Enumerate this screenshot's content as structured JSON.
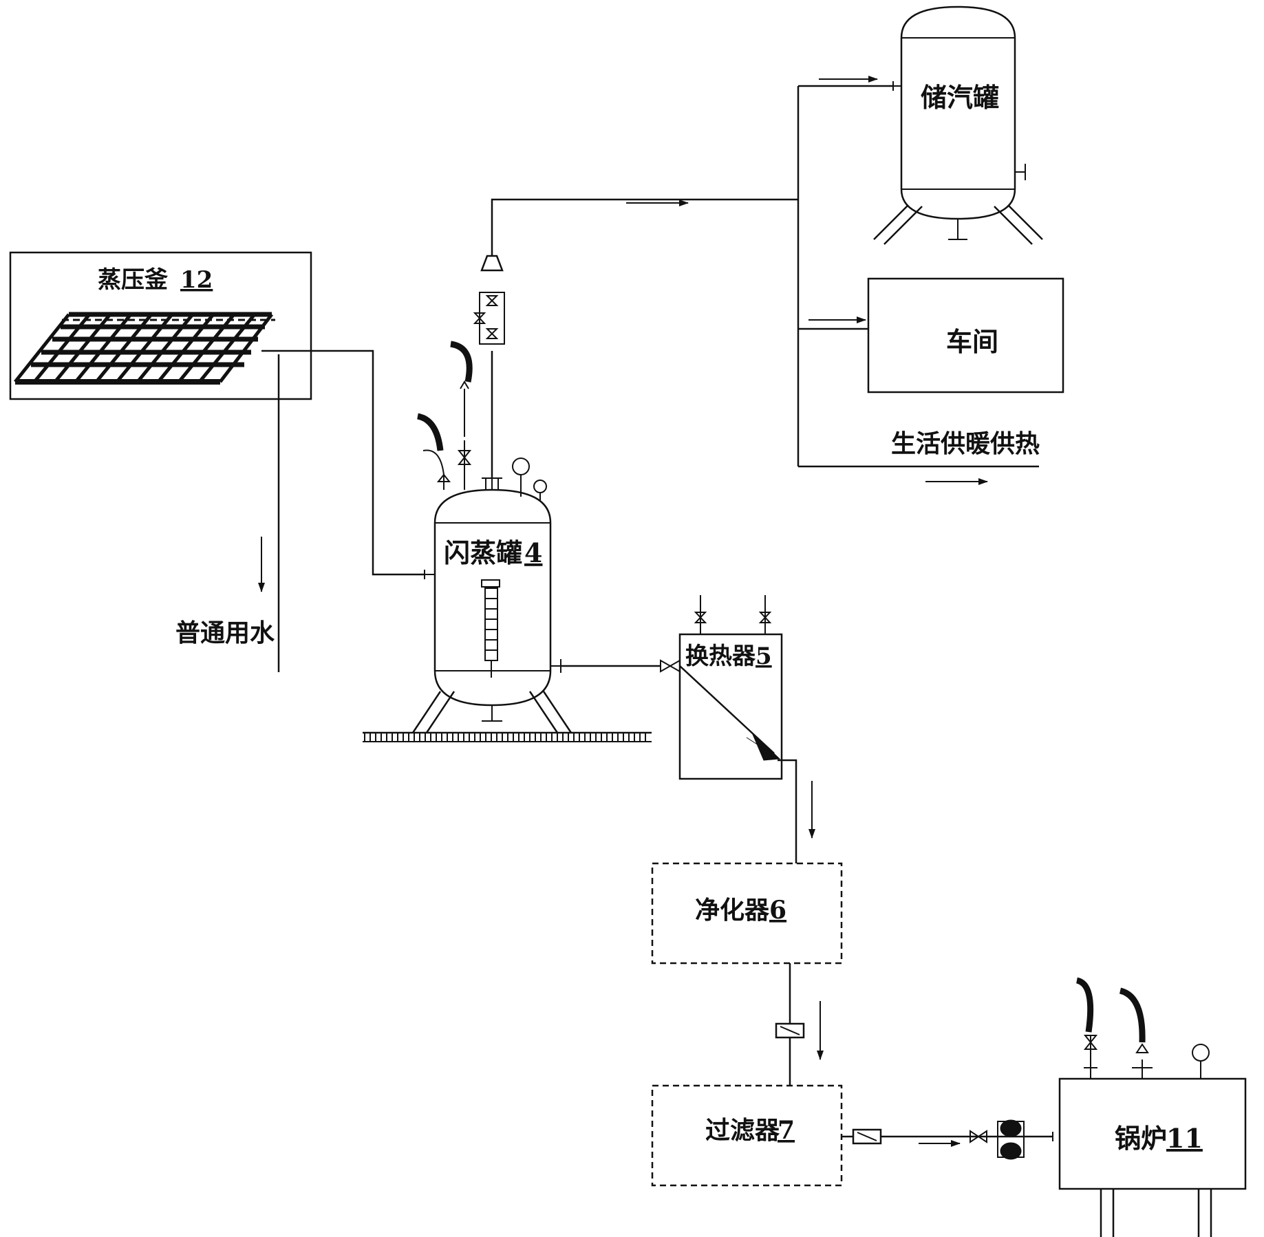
{
  "labels": {
    "autoclave": "蒸压釜",
    "autoclave_num": "12",
    "flash_tank": "闪蒸罐",
    "flash_tank_num": "4",
    "heat_exchanger": "换热器",
    "heat_exchanger_num": "5",
    "purifier": "净化器",
    "purifier_num": "6",
    "filter": "过滤器",
    "filter_num": "7",
    "boiler": "锅炉",
    "boiler_num": "11",
    "steam_tank": "储汽罐",
    "workshop": "车间",
    "heating": "生活供暖供热",
    "water": "普通用水"
  }
}
